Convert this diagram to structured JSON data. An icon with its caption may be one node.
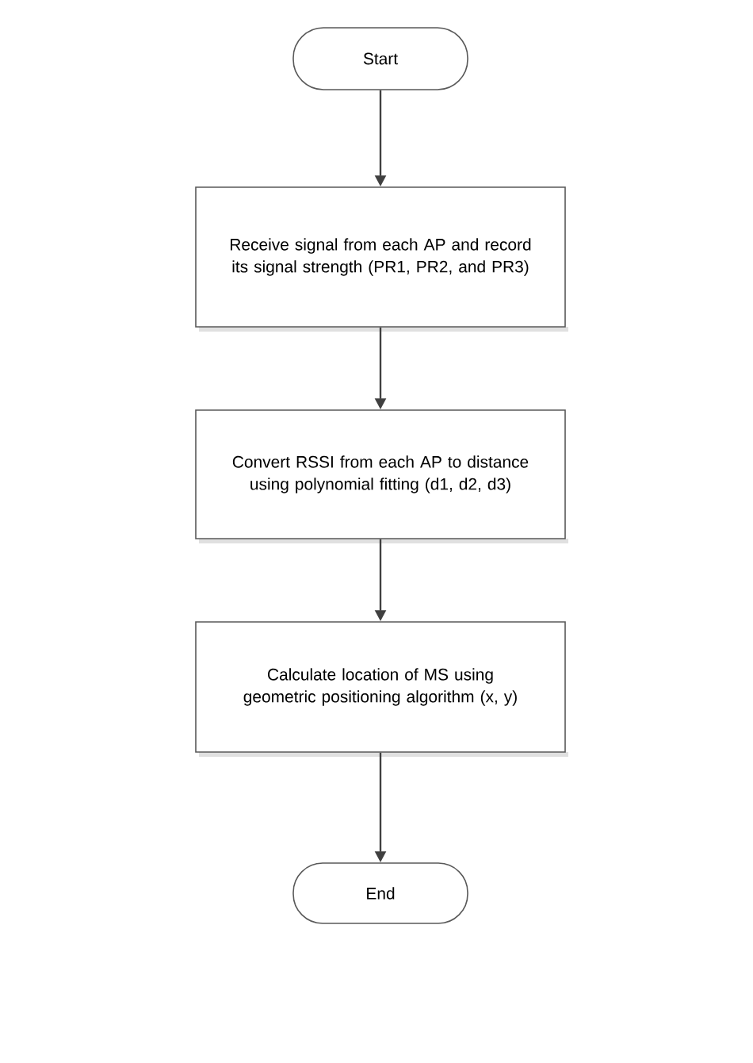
{
  "diagram": {
    "nodes": [
      {
        "text": [
          "Start"
        ]
      },
      {
        "text": [
          "Receive signal from each AP and record its signal strength (PR1, PR2, and PR3)"
        ]
      },
      {
        "text": [
          "Convert RSSI from each AP to distance using polynomial fitting (d1, d2, d3)"
        ]
      },
      {
        "text": [
          "Calculate location of MS using geometric positioning algorithm (x, y)"
        ]
      },
      {
        "text": [
          "End"
        ]
      }
    ],
    "edges": [
      {
        "from": 0,
        "to": 1,
        "arrow": "to"
      },
      {
        "from": 1,
        "to": 2,
        "arrow": "to"
      },
      {
        "from": 2,
        "to": 3,
        "arrow": "to"
      },
      {
        "from": 3,
        "to": 4,
        "arrow": "to"
      }
    ]
  }
}
